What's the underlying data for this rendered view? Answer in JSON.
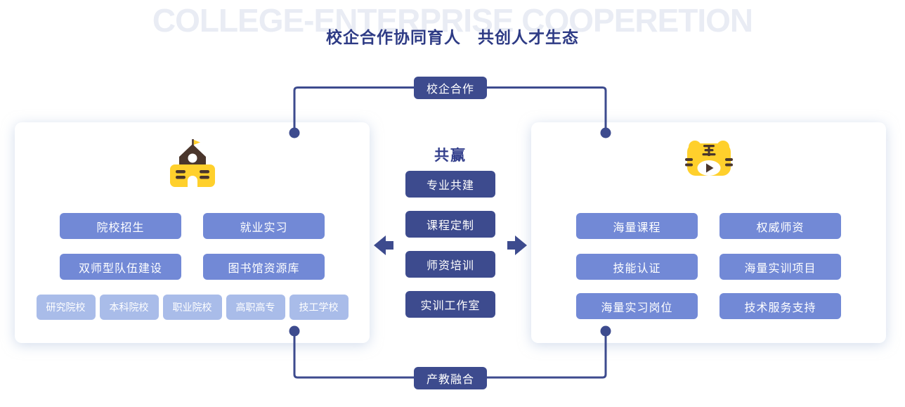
{
  "watermark": "COLLEGE-ENTERPRISE COOPERETION",
  "title": "校企合作协同育人　共创人才生态",
  "colors": {
    "navy": "#3d4b8e",
    "medium_blue": "#7289d6",
    "light_blue": "#a9bce9",
    "title_navy": "#2e3b85",
    "watermark_gray": "#e9ecf4",
    "icon_yellow": "#ffd02c",
    "icon_brown": "#4a362c"
  },
  "connector": {
    "top_badge": "校企合作",
    "bottom_badge": "产教融合"
  },
  "center": {
    "title": "共赢",
    "items": [
      "专业共建",
      "课程定制",
      "师资培训",
      "实训工作室"
    ]
  },
  "college_card": {
    "icon": "school-building-icon",
    "buttons": [
      "院校招生",
      "就业实习",
      "双师型队伍建设",
      "图书馆资源库"
    ],
    "tags": [
      "研究院校",
      "本科院校",
      "职业院校",
      "高职高专",
      "技工学校"
    ]
  },
  "enterprise_card": {
    "icon": "tiger-video-icon",
    "buttons": [
      "海量课程",
      "权威师资",
      "技能认证",
      "海量实训项目",
      "海量实习岗位",
      "技术服务支持"
    ]
  }
}
